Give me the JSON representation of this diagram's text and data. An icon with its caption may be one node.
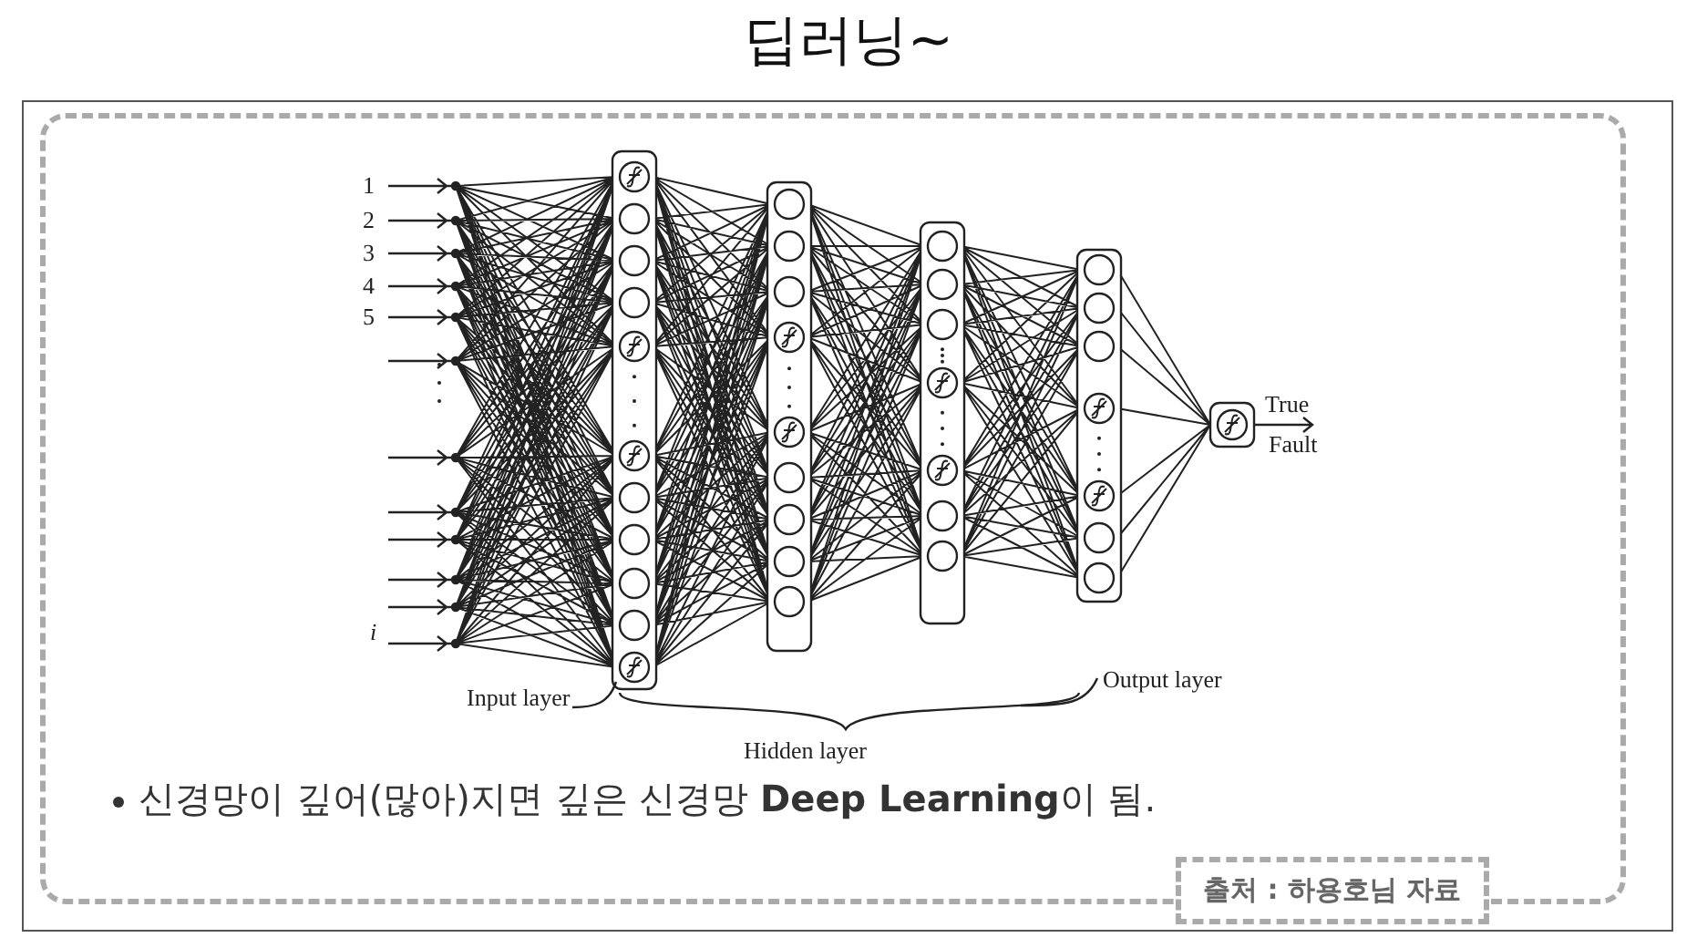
{
  "diagram": {
    "title": "딥러닝~",
    "labels": [
      "1",
      "2",
      "3",
      "4",
      "5",
      "i",
      "True",
      "Fault",
      "Input layer",
      "Output layer",
      "Hidden layer",
      "신경망이 깊어(많아)지면 깊은 신경망 **Deep Learning**이 됨.",
      "출처 : 하용호님 자료"
    ]
  }
}
